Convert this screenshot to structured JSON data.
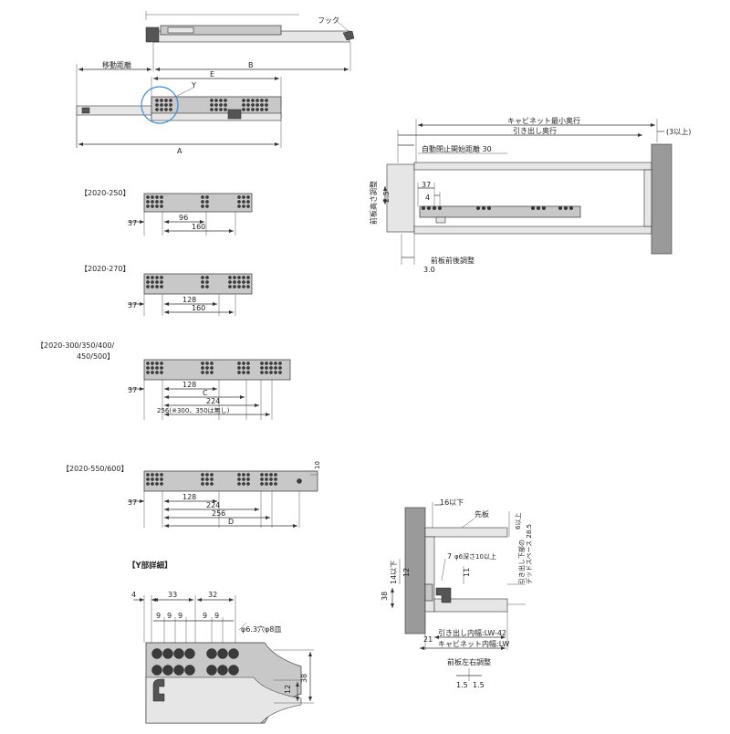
{
  "top_view": {
    "hook_label": "フック",
    "travel_label": "移動距離",
    "dim_b": "B",
    "dim_e": "E",
    "dim_y": "Y",
    "dim_a": "A"
  },
  "model_250": {
    "title": "【2020-250】",
    "d37": "37",
    "d96": "96",
    "d160": "160"
  },
  "model_270": {
    "title": "【2020-270】",
    "d37": "37",
    "d128": "128",
    "d160": "160"
  },
  "model_300": {
    "title_line1": "【2020-300/350/400/",
    "title_line2": "450/500】",
    "d37": "37",
    "d128": "128",
    "dc": "C",
    "d224": "224",
    "d256": "256(※300、350は無し)"
  },
  "model_550": {
    "title": "【2020-550/600】",
    "d37": "37",
    "d128": "128",
    "d224": "224",
    "d256": "256",
    "dd": "D",
    "d10": "10"
  },
  "detail_y": {
    "title": "【Y部詳細】",
    "d4": "4",
    "d33": "33",
    "d32": "32",
    "d9a": "9",
    "d9b": "9",
    "d9c": "9",
    "d9d": "9",
    "d9e": "9",
    "hole_label": "φ6.3穴φ8皿",
    "d12": "12",
    "d38": "38"
  },
  "cabinet_side": {
    "cab_depth": "キャビネット最小奥行",
    "pull_depth": "引き出し奥行",
    "three_plus": "(3以上)",
    "auto_close": "自動閉止開始距離 30",
    "height_adj": "前板高さ調整",
    "d25": "2.5",
    "d37": "37",
    "d4": "4",
    "fb_adj": "前板前後調整",
    "d30": "3.0"
  },
  "cabinet_front": {
    "d16": "16以下",
    "sakiita": "先板",
    "d6": "6以上",
    "d14": "14以下",
    "d12": "12",
    "d7": "7",
    "phi6": "φ6深さ10以上",
    "d11": "11",
    "d38": "38",
    "space_label": "引き出し下部の\nデッドスペース 28.5",
    "d21": "21",
    "inner_lw": "引き出し内幅:LW-42",
    "cab_lw": "キャビネット内幅:LW",
    "lr_adj": "前板左右調整",
    "d15a": "1.5",
    "d15b": "1.5"
  }
}
